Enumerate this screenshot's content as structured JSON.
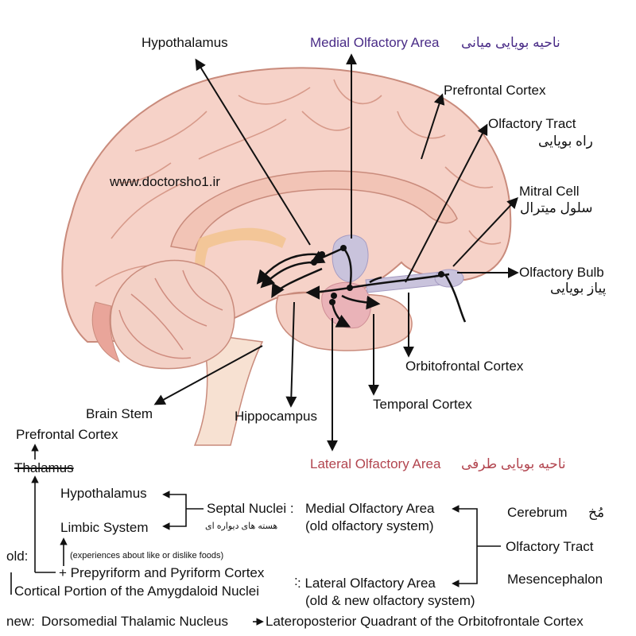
{
  "watermark": "www.doctorsho1.ir",
  "labels": {
    "hypothalamus": "Hypothalamus",
    "medial_area": "Medial Olfactory Area",
    "medial_area_fa": "ناحیه بویایی میانی",
    "prefrontal_cortex": "Prefrontal Cortex",
    "olfactory_tract": "Olfactory Tract",
    "olfactory_tract_fa": "راه بویایی",
    "mitral_cell": "Mitral Cell",
    "mitral_cell_fa": "سلول میترال",
    "olfactory_bulb": "Olfactory Bulb",
    "olfactory_bulb_fa": "پیاز بویایی",
    "orbitofrontal_cortex": "Orbitofrontal Cortex",
    "temporal_cortex": "Temporal Cortex",
    "brain_stem": "Brain Stem",
    "hippocampus": "Hippocampus",
    "lateral_area": "Lateral Olfactory Area",
    "lateral_area_fa": "ناحیه بویایی طرفی"
  },
  "schema": {
    "prefrontal_cortex": "Prefrontal Cortex",
    "thalamus": "Thalamus",
    "hypothalamus": "Hypothalamus",
    "limbic_system": "Limbic System",
    "septal_nuclei": "Septal Nuclei :",
    "septal_nuclei_fa": "هسته های دیواره ای",
    "experiences": "(experiences about like or dislike foods)",
    "old_label": "old:",
    "prepyriform": "+ Prepyriform and Pyriform Cortex",
    "amygdaloid": "Cortical Portion of the Amygdaloid Nuclei",
    "medial_row": "Medial Olfactory Area",
    "medial_row_sub": "(old olfactory system)",
    "lateral_row": ": Lateral Olfactory Area",
    "lateral_row_sub": "(old & new olfactory system)",
    "lateral_colon": ":",
    "cerebrum": "Cerebrum",
    "cerebrum_fa": "مُخ",
    "olfactory_tract": "Olfactory Tract",
    "mesencephalon": "Mesencephalon",
    "new_label": "new:",
    "dorsomedial": "Dorsomedial Thalamic Nucleus",
    "lateroposterior": "Lateroposterior Quadrant of the Orbitofrontale Cortex"
  },
  "colors": {
    "cortex": "#f6d2c8",
    "cortex_outline": "#c98b7c",
    "medial_region": "#c9c3dc",
    "lateral_region": "#eab3b8",
    "cerebellum": "#e9a59a",
    "brainstem": "#f7e1d2",
    "fornix": "#f3c38c",
    "medial_text": "#4a2c87",
    "lateral_text": "#b2454f"
  }
}
